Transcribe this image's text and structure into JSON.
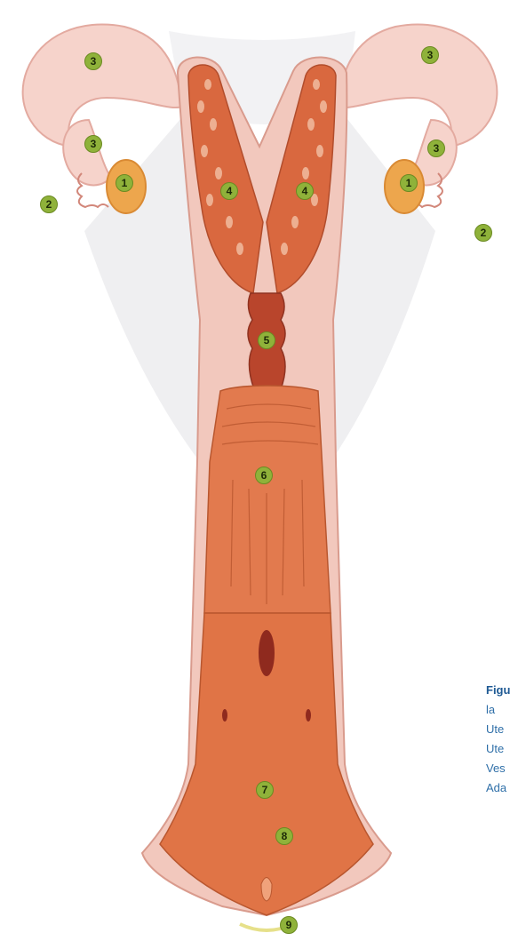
{
  "figure": {
    "markers": [
      {
        "id": "m-ovary-left",
        "label": "1"
      },
      {
        "id": "m-ovary-right",
        "label": "1"
      },
      {
        "id": "m-fimbria-left",
        "label": "2"
      },
      {
        "id": "m-fimbria-right",
        "label": "2"
      },
      {
        "id": "m-tube-left-top",
        "label": "3"
      },
      {
        "id": "m-tube-left-mid",
        "label": "3"
      },
      {
        "id": "m-tube-right-top",
        "label": "3"
      },
      {
        "id": "m-tube-right-mid",
        "label": "3"
      },
      {
        "id": "m-horn-left",
        "label": "4"
      },
      {
        "id": "m-horn-right",
        "label": "4"
      },
      {
        "id": "m-cervix",
        "label": "5"
      },
      {
        "id": "m-vagina",
        "label": "6"
      },
      {
        "id": "m-vestibule",
        "label": "7"
      },
      {
        "id": "m-clitoris",
        "label": "8"
      },
      {
        "id": "m-vulva",
        "label": "9"
      }
    ],
    "colors": {
      "marker": "#8fb23a",
      "tube": "#f6d3cb",
      "ovary": "#eda64d",
      "mucosa": "#d9683f",
      "cervix": "#b9452c",
      "ligament": "#e7e7ea",
      "wall": "#f2c8bd"
    }
  },
  "caption": {
    "title": "Figu",
    "lines": [
      "la",
      "Ute",
      "Ute",
      "Ves",
      "Ada"
    ]
  }
}
